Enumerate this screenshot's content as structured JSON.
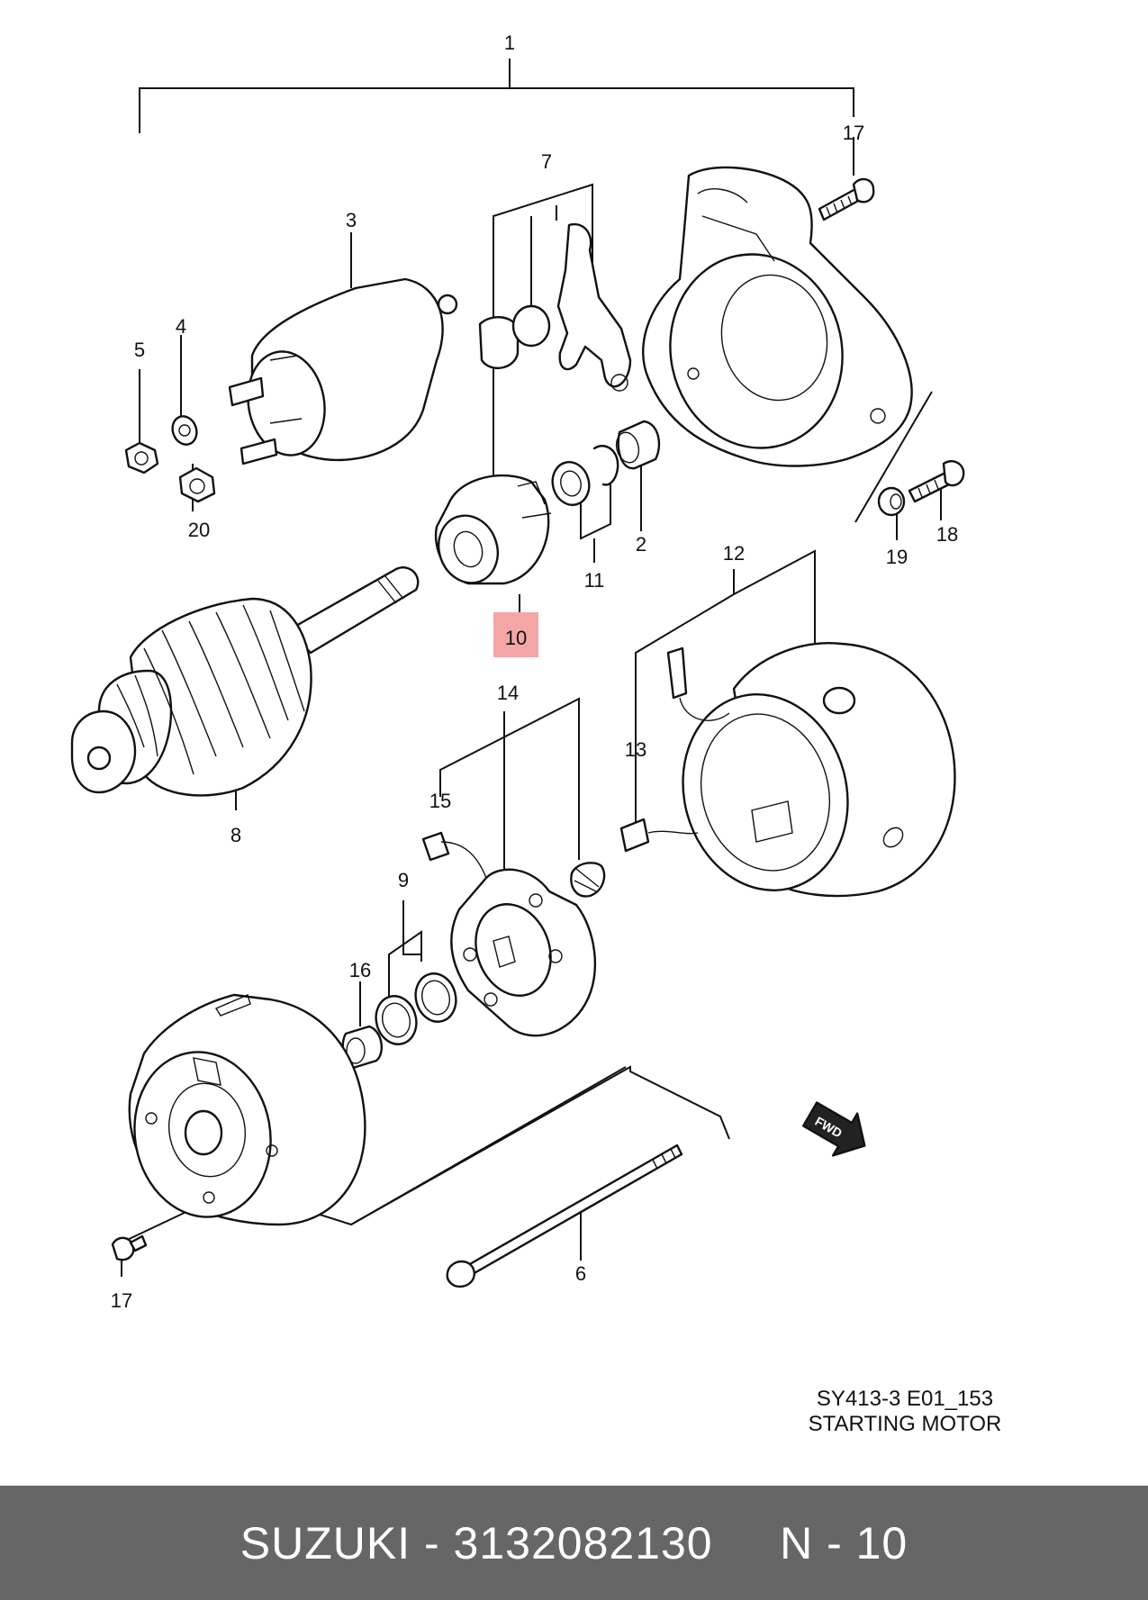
{
  "diagram": {
    "callouts": {
      "c1": "1",
      "c2": "2",
      "c3": "3",
      "c4": "4",
      "c5": "5",
      "c6": "6",
      "c7": "7",
      "c8": "8",
      "c9": "9",
      "c10": "10",
      "c11": "11",
      "c12": "12",
      "c13": "13",
      "c14": "14",
      "c15": "15",
      "c16": "16",
      "c17a": "17",
      "c17b": "17",
      "c18": "18",
      "c19": "19",
      "c20": "20"
    },
    "highlight_color": "#f4a6a6",
    "fwd_label": "FWD",
    "caption_code": "SY413-3 E01_153",
    "caption_title": "STARTING MOTOR"
  },
  "footer": {
    "text": "SUZUKI - 3132082130     N - 10",
    "background": "#666666"
  }
}
